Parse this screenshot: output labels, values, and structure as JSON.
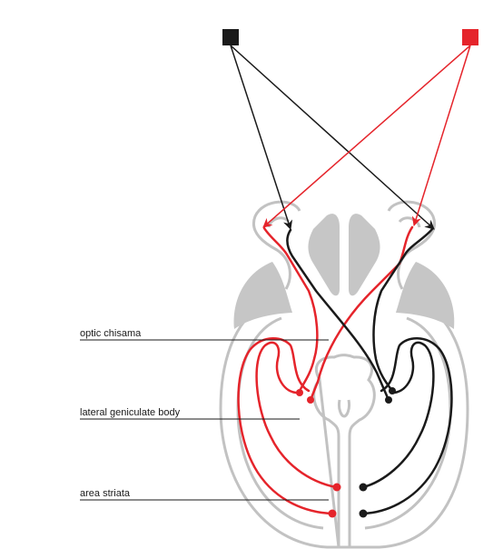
{
  "labels": {
    "optic_chiasma": "optic chisama",
    "lateral_geniculate": "lateral geniculate body",
    "area_striata": "area striata"
  },
  "colors": {
    "left_stimulus": "#1a1a1a",
    "right_stimulus": "#e5242b",
    "outline": "#c2c2c2",
    "fill": "#c6c6c6",
    "text": "#1a1a1a"
  }
}
